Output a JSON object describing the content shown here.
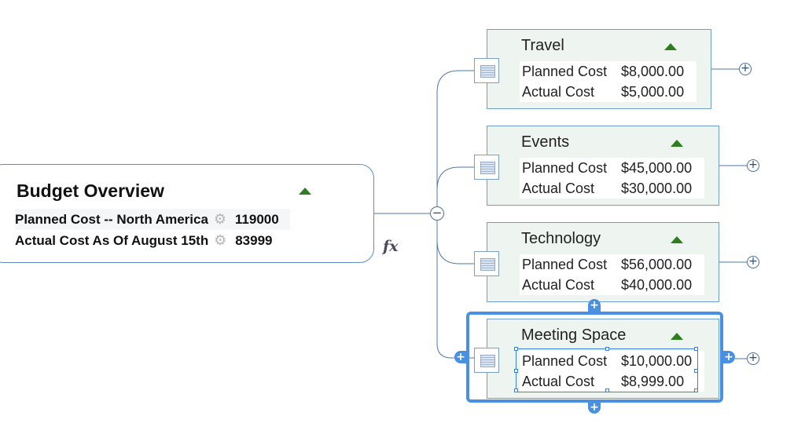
{
  "root": {
    "title": "Budget Overview",
    "rows": [
      {
        "label": "Planned Cost -- North America",
        "value": "119000"
      },
      {
        "label": "Actual Cost As Of August 15th",
        "value": "83999"
      }
    ],
    "formula_label": "fx"
  },
  "topics": [
    {
      "title": "Travel",
      "rows": [
        {
          "label": "Planned Cost",
          "value": "$8,000.00"
        },
        {
          "label": "Actual Cost",
          "value": "$5,000.00"
        }
      ]
    },
    {
      "title": "Events",
      "rows": [
        {
          "label": "Planned Cost",
          "value": "$45,000.00"
        },
        {
          "label": "Actual Cost",
          "value": "$30,000.00"
        }
      ]
    },
    {
      "title": "Technology",
      "rows": [
        {
          "label": "Planned Cost",
          "value": "$56,000.00"
        },
        {
          "label": "Actual Cost",
          "value": "$40,000.00"
        }
      ]
    },
    {
      "title": "Meeting Space",
      "rows": [
        {
          "label": "Planned Cost",
          "value": "$10,000.00"
        },
        {
          "label": "Actual Cost",
          "value": "$8,999.00"
        }
      ]
    }
  ],
  "glyphs": {
    "plus": "+",
    "minus": "−",
    "gear": "⚙"
  },
  "colors": {
    "selection": "#4a90e2",
    "collapse_arrow": "#2e7d1f",
    "border": "#6f9dc9",
    "topic_fill": "#eef4ef"
  }
}
